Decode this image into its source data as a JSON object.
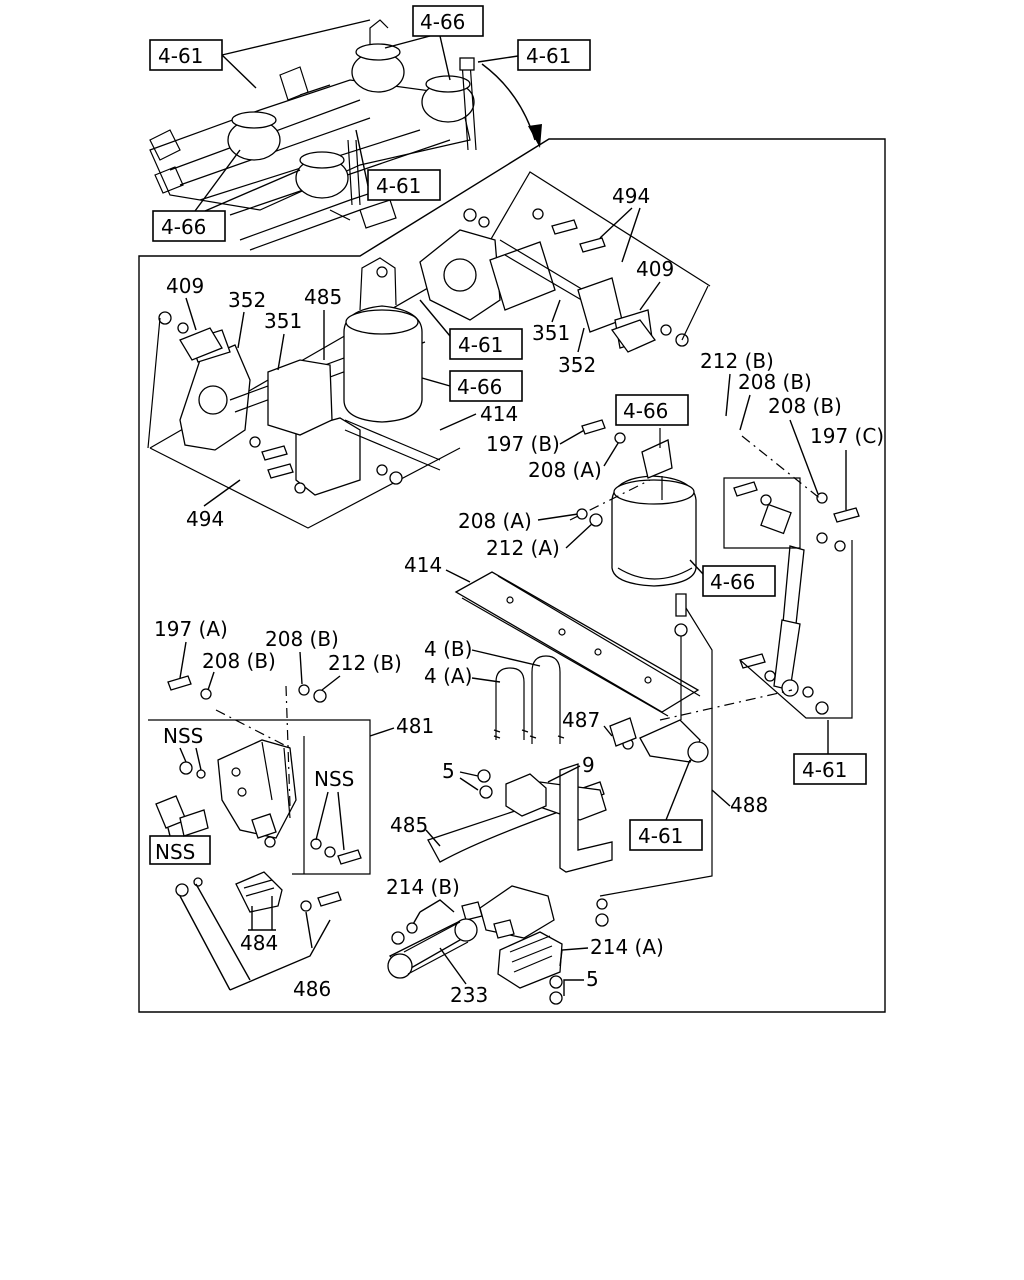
{
  "diagram": {
    "ref_4_61": "4-61",
    "ref_4_66": "4-66",
    "l_494": "494",
    "l_409": "409",
    "l_352": "352",
    "l_485": "485",
    "l_351": "351",
    "l_414": "414",
    "l_212B": "212 (B)",
    "l_208B": "208 (B)",
    "l_197C": "197 (C)",
    "l_197B": "197 (B)",
    "l_208A": "208 (A)",
    "l_212A": "212 (A)",
    "l_197A": "197 (A)",
    "l_4B": "4 (B)",
    "l_4A": "4 (A)",
    "l_481": "481",
    "l_NSS": "NSS",
    "l_487": "487",
    "l_5": "5",
    "l_9": "9",
    "l_488": "488",
    "l_214B": "214 (B)",
    "l_214A": "214 (A)",
    "l_484": "484",
    "l_486": "486",
    "l_233": "233"
  }
}
